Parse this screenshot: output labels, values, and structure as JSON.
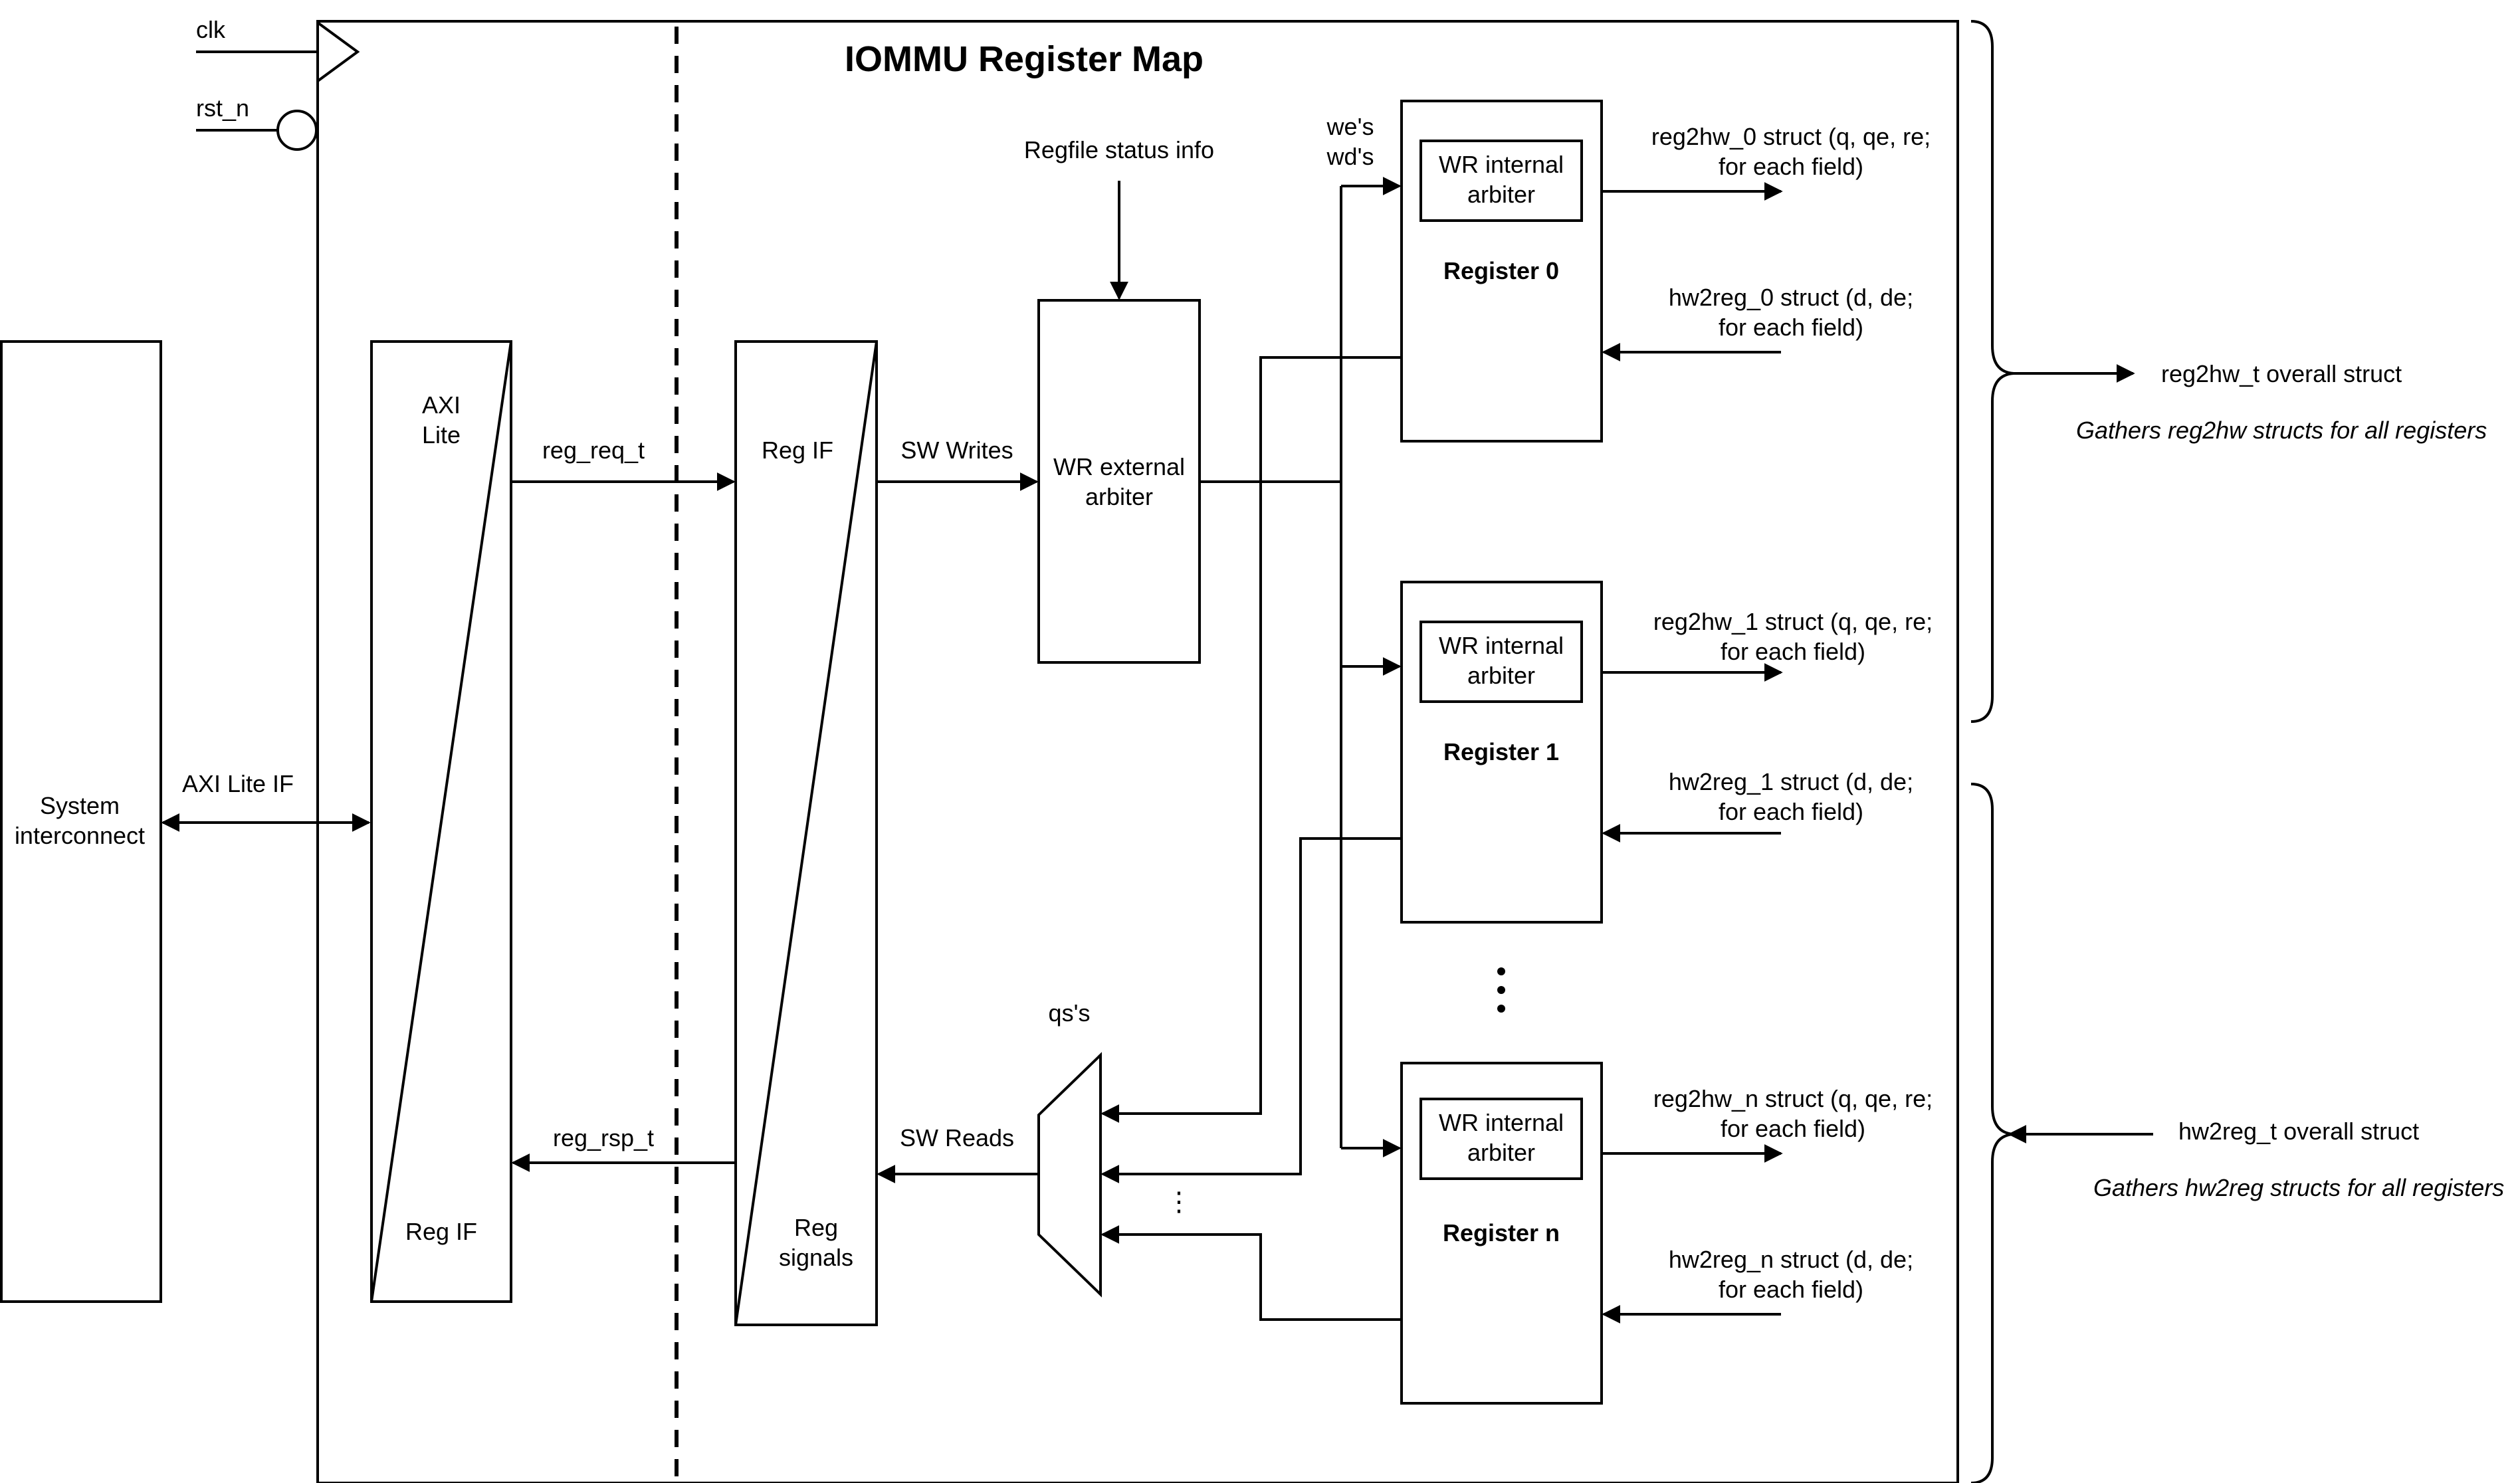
{
  "title": "IOMMU Register Map",
  "signals": {
    "clk": "clk",
    "rst_n": "rst_n"
  },
  "system_interconnect": {
    "line1": "System",
    "line2": "interconnect"
  },
  "axi_lite_if": "AXI Lite IF",
  "axi_block": {
    "top_line1": "AXI",
    "top_line2": "Lite",
    "bottom": "Reg IF"
  },
  "reg_req_t": "reg_req_t",
  "reg_rsp_t": "reg_rsp_t",
  "regif_block": {
    "top": "Reg IF",
    "bottom_line1": "Reg",
    "bottom_line2": "signals"
  },
  "sw_writes": "SW Writes",
  "sw_reads": "SW Reads",
  "regfile_status": "Regfile status info",
  "wr_external": {
    "line1": "WR external",
    "line2": "arbiter"
  },
  "wes": {
    "line1": "we's",
    "line2": "wd's"
  },
  "qs": "qs's",
  "registers": [
    {
      "name": "Register 0",
      "inner_line1": "WR internal",
      "inner_line2": "arbiter",
      "out_line1": "reg2hw_0 struct (q, qe, re;",
      "out_line2": "for each field)",
      "in_line1": "hw2reg_0 struct (d, de;",
      "in_line2": "for each field)"
    },
    {
      "name": "Register 1",
      "inner_line1": "WR internal",
      "inner_line2": "arbiter",
      "out_line1": "reg2hw_1 struct (q, qe, re;",
      "out_line2": "for each field)",
      "in_line1": "hw2reg_1 struct (d, de;",
      "in_line2": "for each field)"
    },
    {
      "name": "Register n",
      "inner_line1": "WR internal",
      "inner_line2": "arbiter",
      "out_line1": "reg2hw_n struct (q, qe, re;",
      "out_line2": "for each field)",
      "in_line1": "hw2reg_n struct (d, de;",
      "in_line2": "for each field)"
    }
  ],
  "reg2hw_overall": {
    "label": "reg2hw_t overall struct",
    "note": "Gathers reg2hw structs for all registers"
  },
  "hw2reg_overall": {
    "label": "hw2reg_t overall struct",
    "note": "Gathers hw2reg structs for all registers"
  }
}
